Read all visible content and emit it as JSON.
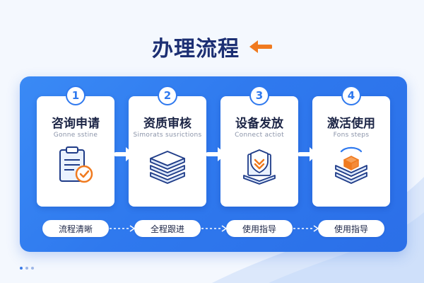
{
  "title": "办理流程",
  "steps": [
    {
      "number": "1",
      "label": "咨询申请",
      "sublabel": "Gonne sstine",
      "icon": "clipboard-check-icon"
    },
    {
      "number": "2",
      "label": "资质审核",
      "sublabel": "Simorats susrictions",
      "icon": "layers-stack-icon"
    },
    {
      "number": "3",
      "label": "设备发放",
      "sublabel": "Connect actiot",
      "icon": "shield-device-icon"
    },
    {
      "number": "4",
      "label": "激活使用",
      "sublabel": "Fons steps",
      "icon": "activation-box-icon"
    }
  ],
  "pills": [
    "流程清晰",
    "全程跟进",
    "使用指导",
    "使用指导"
  ],
  "colors": {
    "panel_blue": "#2f79ee",
    "title_navy": "#1c2f73",
    "accent_orange": "#f07a1f"
  }
}
